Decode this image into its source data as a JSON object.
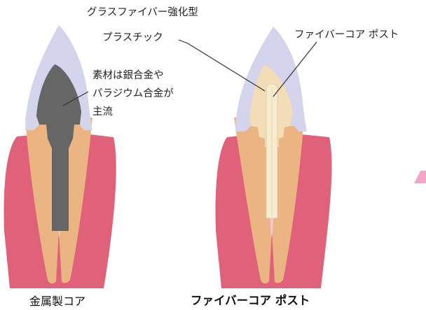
{
  "labels": {
    "glass_fiber_plastic_line1": "グラスファイバー強化型",
    "glass_fiber_plastic_line2": "プラスチック",
    "fiber_core_post_label": "ファイバーコア ポスト",
    "material_line1": "素材は銀合金や",
    "material_line2": "パラジウム合金が",
    "material_line3": "主流"
  },
  "captions": {
    "left": "金属製コア",
    "right": "ファイバーコア ポスト"
  },
  "colors": {
    "gum": "#e0627a",
    "root": "#eab483",
    "crown": "#d4d4ec",
    "core_metal": "#666666",
    "fiber_core": "#f2ddb6",
    "fiber_post": "#f6ecd0",
    "pulp": "#f3c9d6",
    "accent_pink": "#f0a7c8"
  }
}
